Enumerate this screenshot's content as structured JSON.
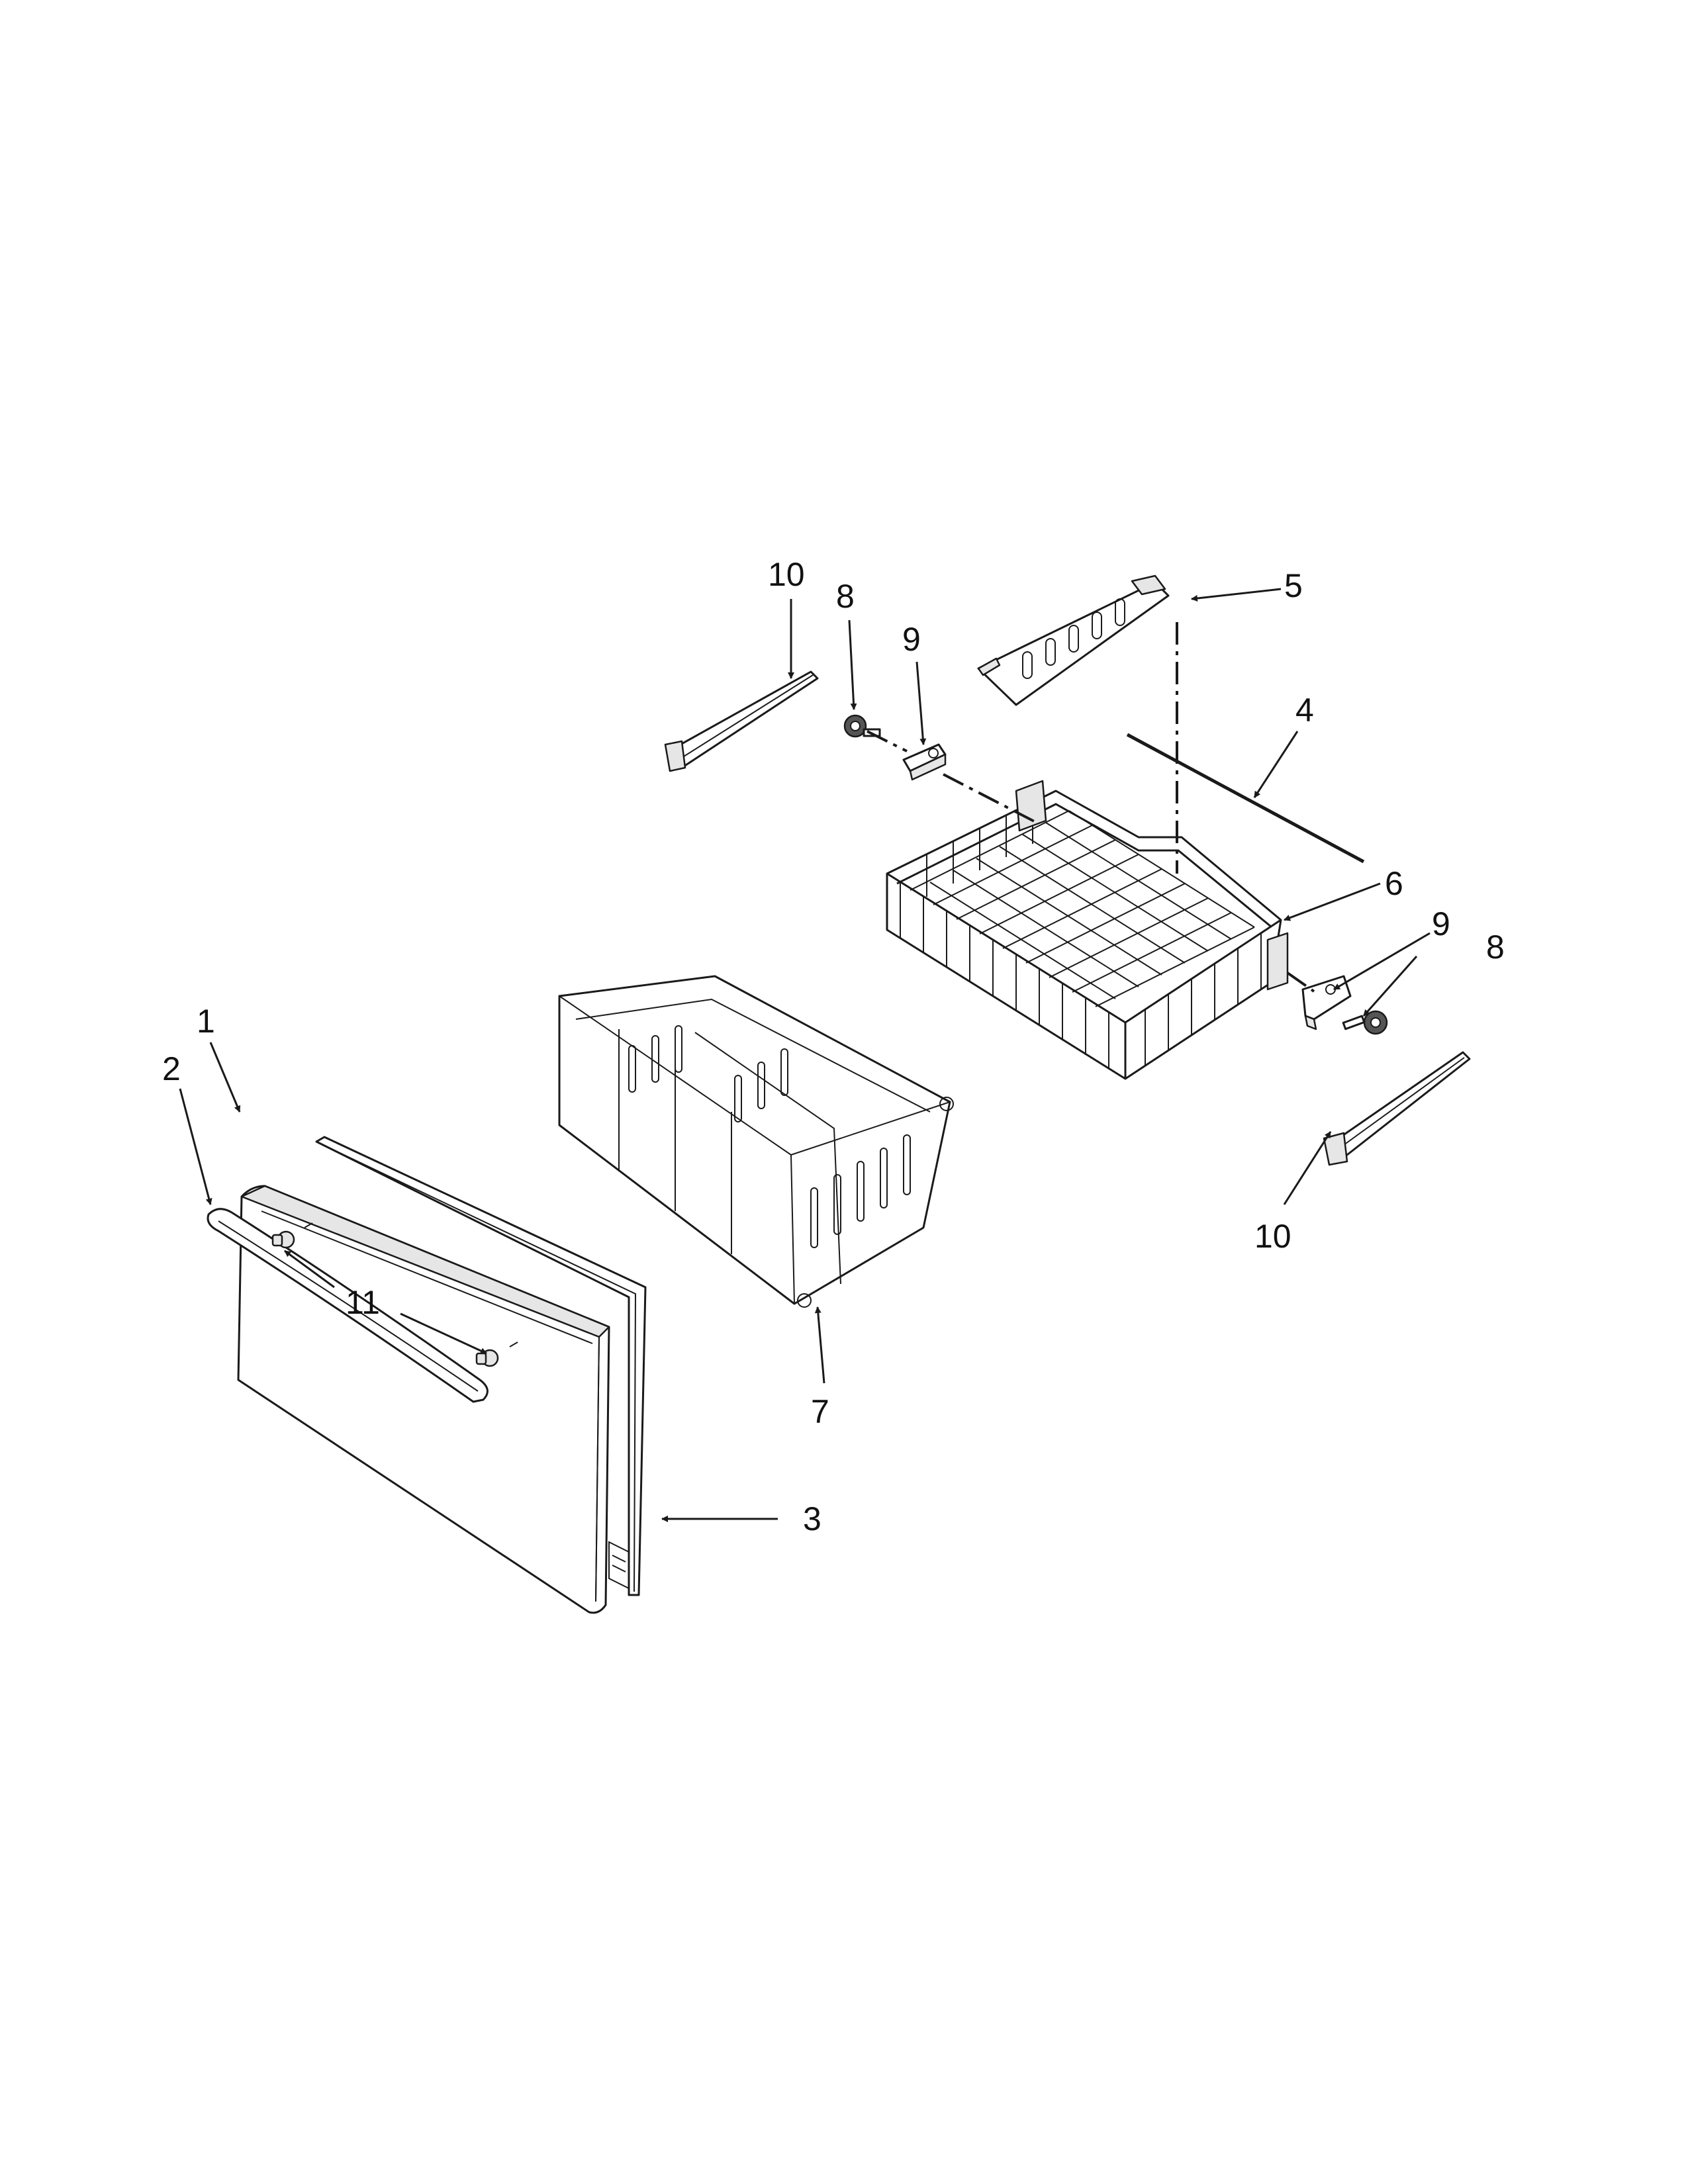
{
  "callouts": {
    "c1": "1",
    "c2": "2",
    "c3": "3",
    "c4": "4",
    "c5": "5",
    "c6": "6",
    "c7": "7",
    "c8a": "8",
    "c8b": "8",
    "c9a": "9",
    "c9b": "9",
    "c10a": "10",
    "c10b": "10",
    "c11": "11"
  }
}
